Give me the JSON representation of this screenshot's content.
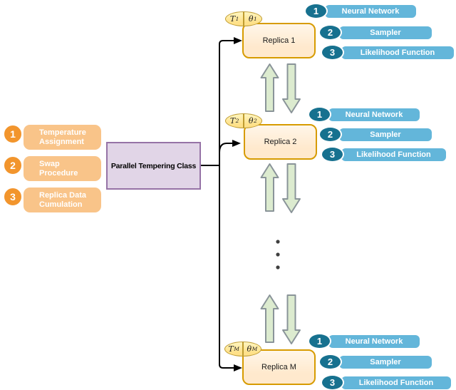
{
  "colors": {
    "orange_badge": "#F2952D",
    "orange_bar": "#F9C489",
    "blue_badge": "#17718F",
    "blue_bar": "#63B6DA",
    "replica_fill": "#FFE9CD",
    "replica_border": "#D79B00",
    "ellipse_fill": "#FFE18A",
    "ellipse_border": "#BE9B30",
    "purple_fill": "#E1D5E7",
    "purple_border": "#9673A6",
    "arrow_green": "#DCEBCF",
    "arrow_border": "#8A9499",
    "connector": "#000000"
  },
  "left_panel": {
    "items": [
      {
        "number": "1",
        "line1": "Temperature",
        "line2": "Assignment"
      },
      {
        "number": "2",
        "line1": "Swap",
        "line2": "Procedure"
      },
      {
        "number": "3",
        "line1": "Replica Data",
        "line2": "Cumulation"
      }
    ]
  },
  "center": {
    "label": "Parallel Tempering Class"
  },
  "replicas": [
    {
      "name": "Replica 1",
      "temperature": {
        "base": "T",
        "sub": "1"
      },
      "parameter": {
        "base": "θ",
        "sub": "1"
      },
      "components": [
        {
          "number": "1",
          "label": "Neural Network"
        },
        {
          "number": "2",
          "label": "Sampler"
        },
        {
          "number": "3",
          "label": "Likelihood Function"
        }
      ]
    },
    {
      "name": "Replica 2",
      "temperature": {
        "base": "T",
        "sub": "2"
      },
      "parameter": {
        "base": "θ",
        "sub": "2"
      },
      "components": [
        {
          "number": "1",
          "label": "Neural Network"
        },
        {
          "number": "2",
          "label": "Sampler"
        },
        {
          "number": "3",
          "label": "Likelihood Function"
        }
      ]
    },
    {
      "name": "Replica M",
      "temperature": {
        "base": "T",
        "sub": "M"
      },
      "parameter": {
        "base": "θ",
        "sub": "M"
      },
      "components": [
        {
          "number": "1",
          "label": "Neural Network"
        },
        {
          "number": "2",
          "label": "Sampler"
        },
        {
          "number": "3",
          "label": "Likelihood Function"
        }
      ]
    }
  ]
}
